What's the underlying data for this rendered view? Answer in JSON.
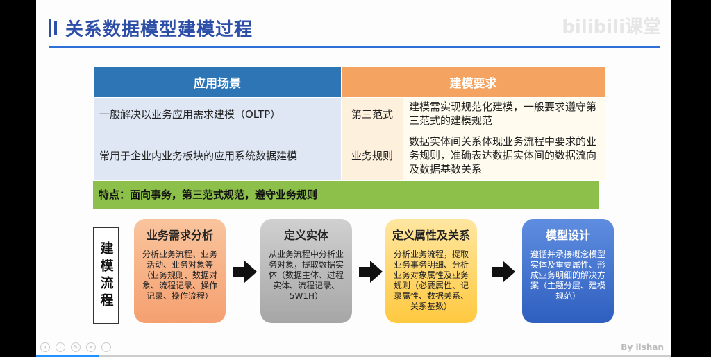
{
  "title": "关系数据模型建模过程",
  "watermark": "bilibili课堂",
  "table": {
    "header_left": "应用场景",
    "header_right": "建模要求",
    "rows": [
      {
        "scenario": "一般解决以业务应用需求建模（OLTP）",
        "tag": "第三范式",
        "requirement": "建模需实现规范化建模，一般要求遵守第三范式的建模规范"
      },
      {
        "scenario": "常用于企业内业务板块的应用系统数据建模",
        "tag": "业务规则",
        "requirement": "数据实体间关系体现业务流程中要求的业务规则，准确表达数据实体间的数据流向及数据基数关系"
      }
    ],
    "feature": "特点：面向事务，第三范式规范，遵守业务规则"
  },
  "flow": {
    "label": "建模流程",
    "steps": [
      {
        "head": "业务需求分析",
        "body": "分析业务流程、业务活动、业务对象等（业务规则、数据对象、流程记录、操作记录、操作流程）"
      },
      {
        "head": "定义实体",
        "body": "从业务流程中分析业务对象，提取数据实体（数据主体、过程实体、流程记录、5W1H）"
      },
      {
        "head": "定义属性及关系",
        "body": "分析业务流程，提取业务事务明细、分析业务对象属性及业务规则（必要属性、记录属性、数据关系、关系基数）"
      },
      {
        "head": "模型设计",
        "body": "遵循并承接概念模型实体及重要属性、形成业务明细的解决方案（主题分层、建模规范）"
      }
    ]
  },
  "author": "By lishan",
  "colors": {
    "title": "#2e4fa8",
    "header_blue": "#2e75b6",
    "header_orange": "#f4a460",
    "feature_green": "#8cc04a"
  }
}
